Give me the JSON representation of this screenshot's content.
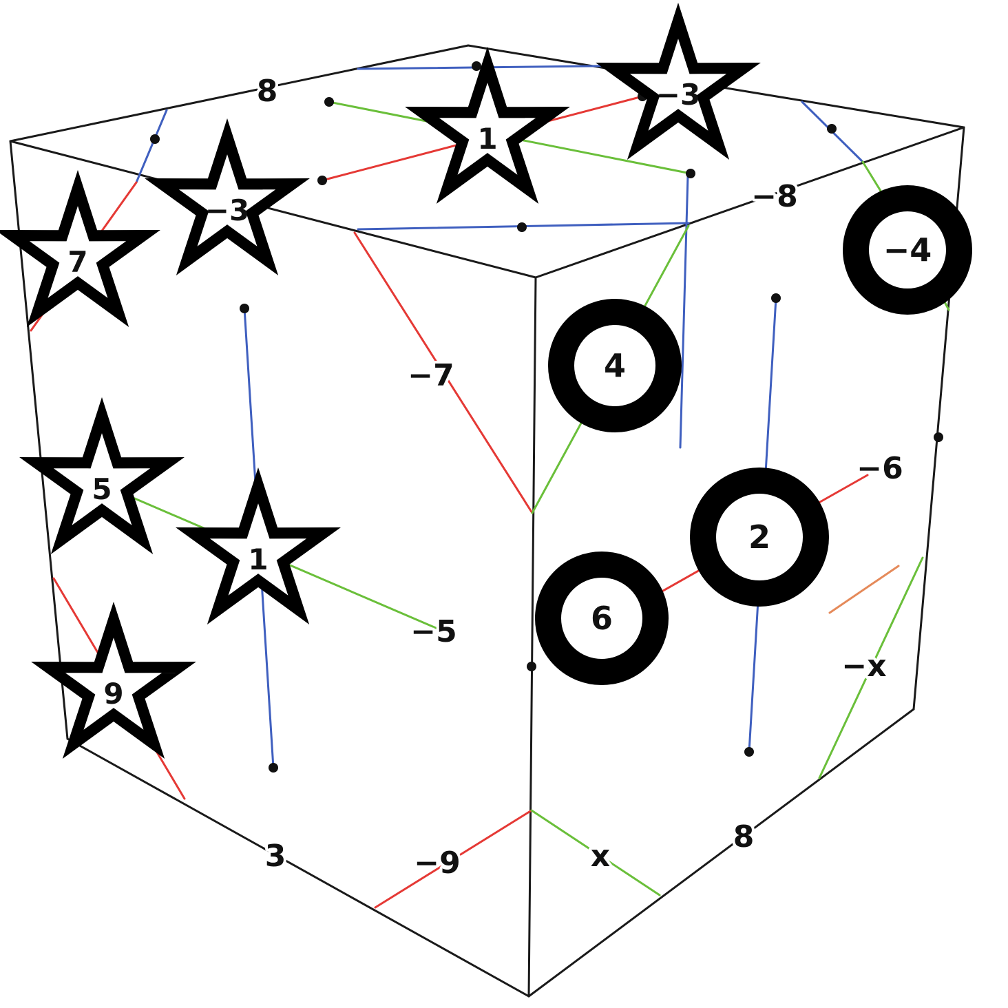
{
  "colors": {
    "edge": "#1a1a1a",
    "red": "#e53935",
    "green": "#6abf3a",
    "blue": "#3f5fbf"
  },
  "icons": {
    "star": "star-icon",
    "ring": "circle-ring-icon"
  },
  "labels": {
    "top_front_edge": "8",
    "top_right_edge": "−8",
    "left_face_diagonal": "−7",
    "left_face_green": "−5",
    "right_face_red": "−6",
    "right_face_green": "−x",
    "bottom_left_edge": "3",
    "bottom_red": "−9",
    "bottom_green": "x",
    "bottom_right_edge": "8"
  },
  "stars": [
    {
      "label": "1"
    },
    {
      "label": "−3"
    },
    {
      "label": "−3"
    },
    {
      "label": "7"
    },
    {
      "label": "5"
    },
    {
      "label": "1"
    },
    {
      "label": "9"
    }
  ],
  "rings": [
    {
      "label": "−4"
    },
    {
      "label": "4"
    },
    {
      "label": "2"
    },
    {
      "label": "6"
    }
  ]
}
